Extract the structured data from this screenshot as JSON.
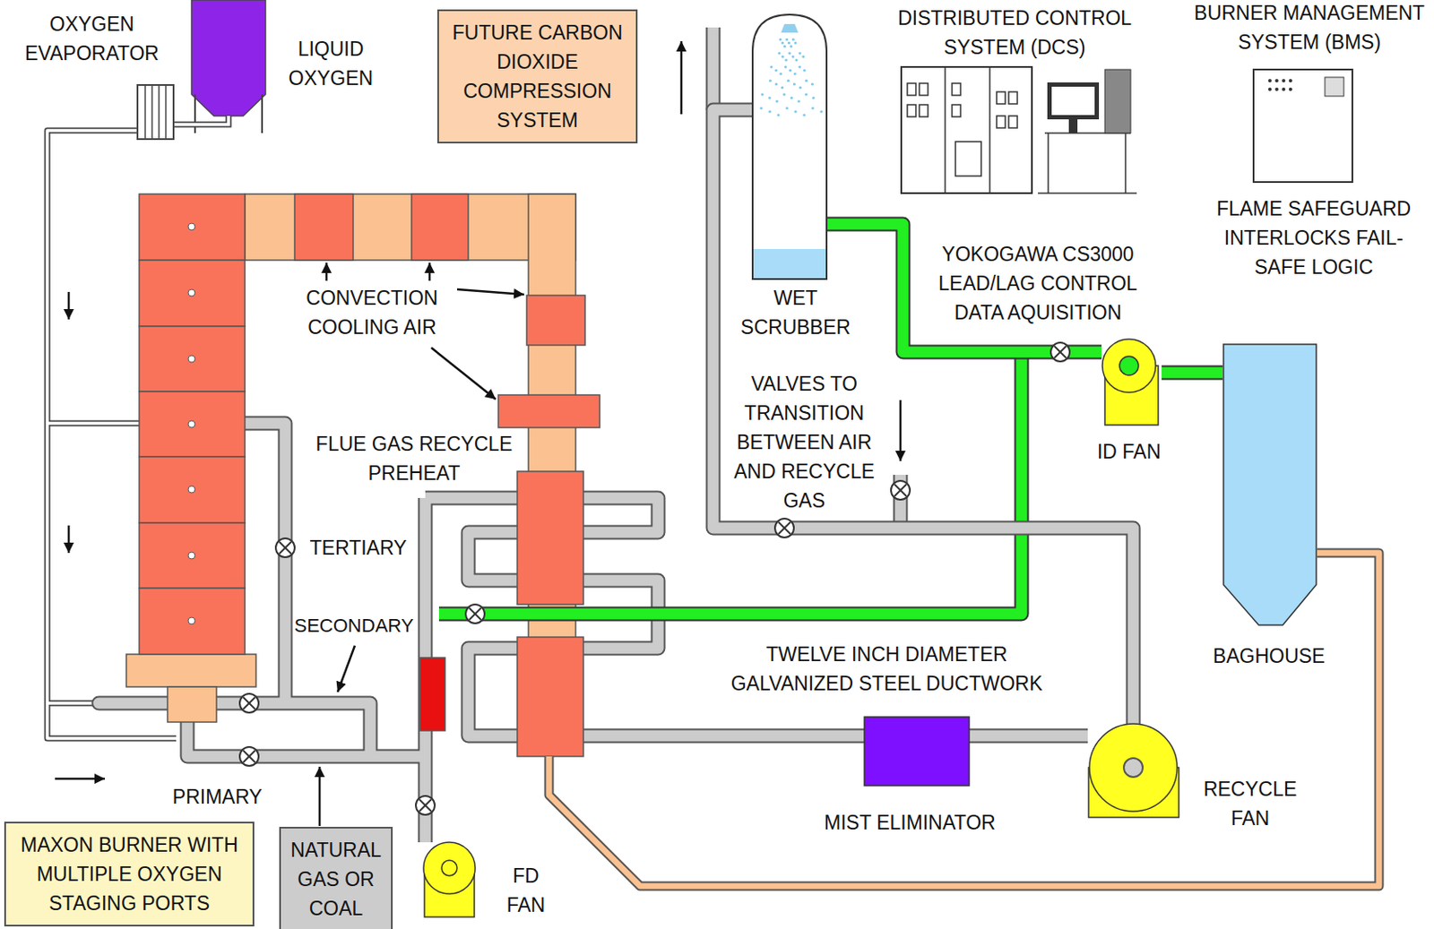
{
  "diagram": {
    "nodes": [
      {
        "text": [
          "OXYGEN EVAPORATOR"
        ]
      },
      {
        "text": [
          "LIQUID OXYGEN"
        ]
      },
      {
        "text": [
          "FUTURE CARBON DIOXIDE COMPRESSION SYSTEM"
        ]
      },
      {
        "text": [
          "WET SCRUBBER"
        ]
      },
      {
        "text": [
          "DISTRIBUTED CONTROL SYSTEM (DCS)",
          "YOKOGAWA CS3000 LEAD/LAG CONTROL DATA AQUISITION"
        ]
      },
      {
        "text": [
          "BURNER MANAGEMENT SYSTEM (BMS)",
          "FLAME SAFEGUARD INTERLOCKS FAIL-SAFE LOGIC"
        ]
      },
      {
        "text": [
          "ID FAN"
        ]
      },
      {
        "text": [
          "BAGHOUSE"
        ]
      },
      {
        "text": [
          "MIST ELIMINATOR"
        ]
      },
      {
        "text": [
          "RECYCLE FAN"
        ]
      },
      {
        "text": [
          "FD FAN"
        ]
      },
      {
        "text": [
          "NATURAL GAS OR COAL"
        ]
      },
      {
        "text": [
          "MAXON BURNER WITH MULTIPLE OXYGEN STAGING PORTS"
        ]
      }
    ],
    "edges": [
      {
        "from": 1,
        "to": 0,
        "arrow": "none"
      },
      {
        "from": 7,
        "to": 6,
        "arrow": "none"
      },
      {
        "from": 6,
        "to": 3,
        "arrow": "none"
      },
      {
        "from": 3,
        "to": 9,
        "arrow": "none"
      },
      {
        "from": 9,
        "to": 8,
        "arrow": "none"
      }
    ],
    "labels": [
      "CONVECTION COOLING AIR",
      "FLUE GAS RECYCLE PREHEAT",
      "TERTIARY",
      "SECONDARY",
      "PRIMARY",
      "VALVES TO TRANSITION BETWEEN AIR AND RECYCLE GAS",
      "TWELVE INCH DIAMETER GALVANIZED STEEL DUCTWORK"
    ]
  }
}
